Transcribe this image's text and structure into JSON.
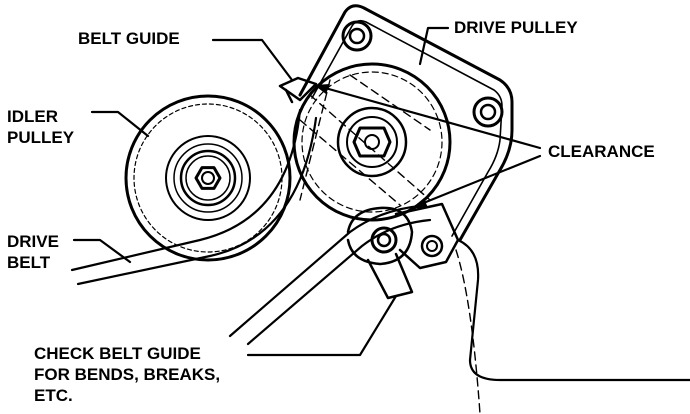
{
  "labels": {
    "belt_guide": "BELT GUIDE",
    "drive_pulley": "DRIVE PULLEY",
    "idler_pulley": [
      "IDLER",
      "PULLEY"
    ],
    "clearance": "CLEARANCE",
    "drive_belt": [
      "DRIVE",
      "BELT"
    ],
    "check_belt_guide": [
      "CHECK BELT GUIDE",
      "FOR BENDS, BREAKS,",
      "ETC."
    ]
  },
  "colors": {
    "ink": "#000000",
    "paper": "#ffffff"
  }
}
